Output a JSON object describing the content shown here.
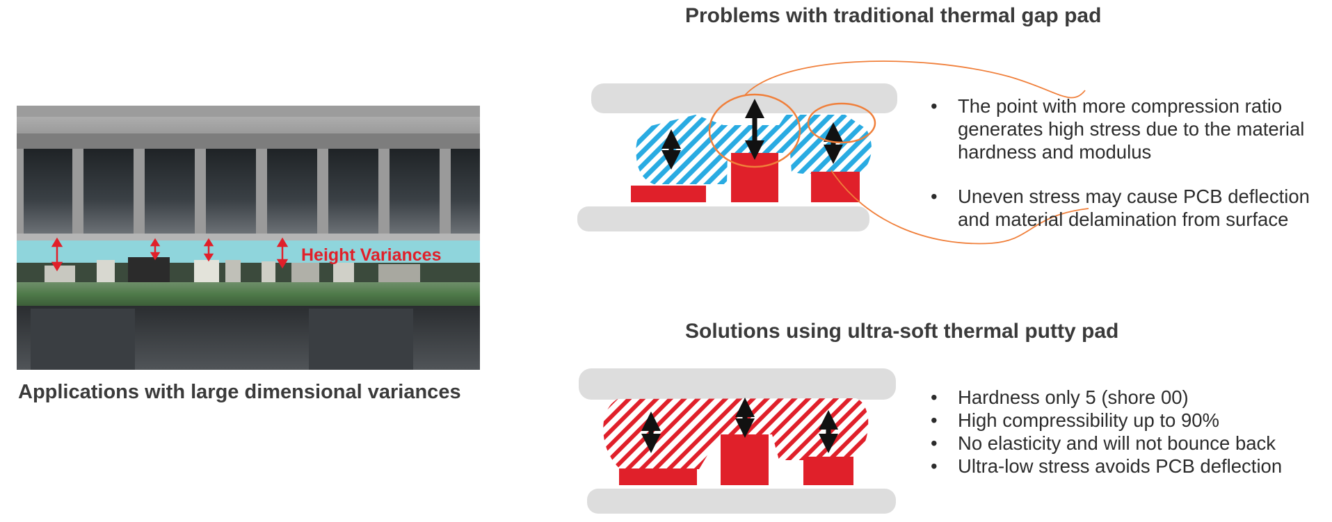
{
  "colors": {
    "accent_red": "#E0202A",
    "pad_blue": "#29ABE2",
    "plate_gray": "#DDDDDD",
    "callout_orange": "#F07F3A"
  },
  "photo": {
    "label": "Height Variances",
    "caption": "Applications with large dimensional variances"
  },
  "problems": {
    "heading": "Problems with traditional thermal gap pad",
    "bullets": [
      "The point with more compression ratio generates high stress due to the material hardness and modulus",
      "Uneven stress may cause PCB deflection and material delamination from surface"
    ]
  },
  "solutions": {
    "heading": "Solutions using ultra-soft thermal putty pad",
    "bullets": [
      "Hardness only 5 (shore 00)",
      "High compressibility up to 90%",
      "No elasticity and will not bounce back",
      "Ultra-low stress avoids PCB deflection"
    ]
  },
  "bullet_glyph": "•"
}
